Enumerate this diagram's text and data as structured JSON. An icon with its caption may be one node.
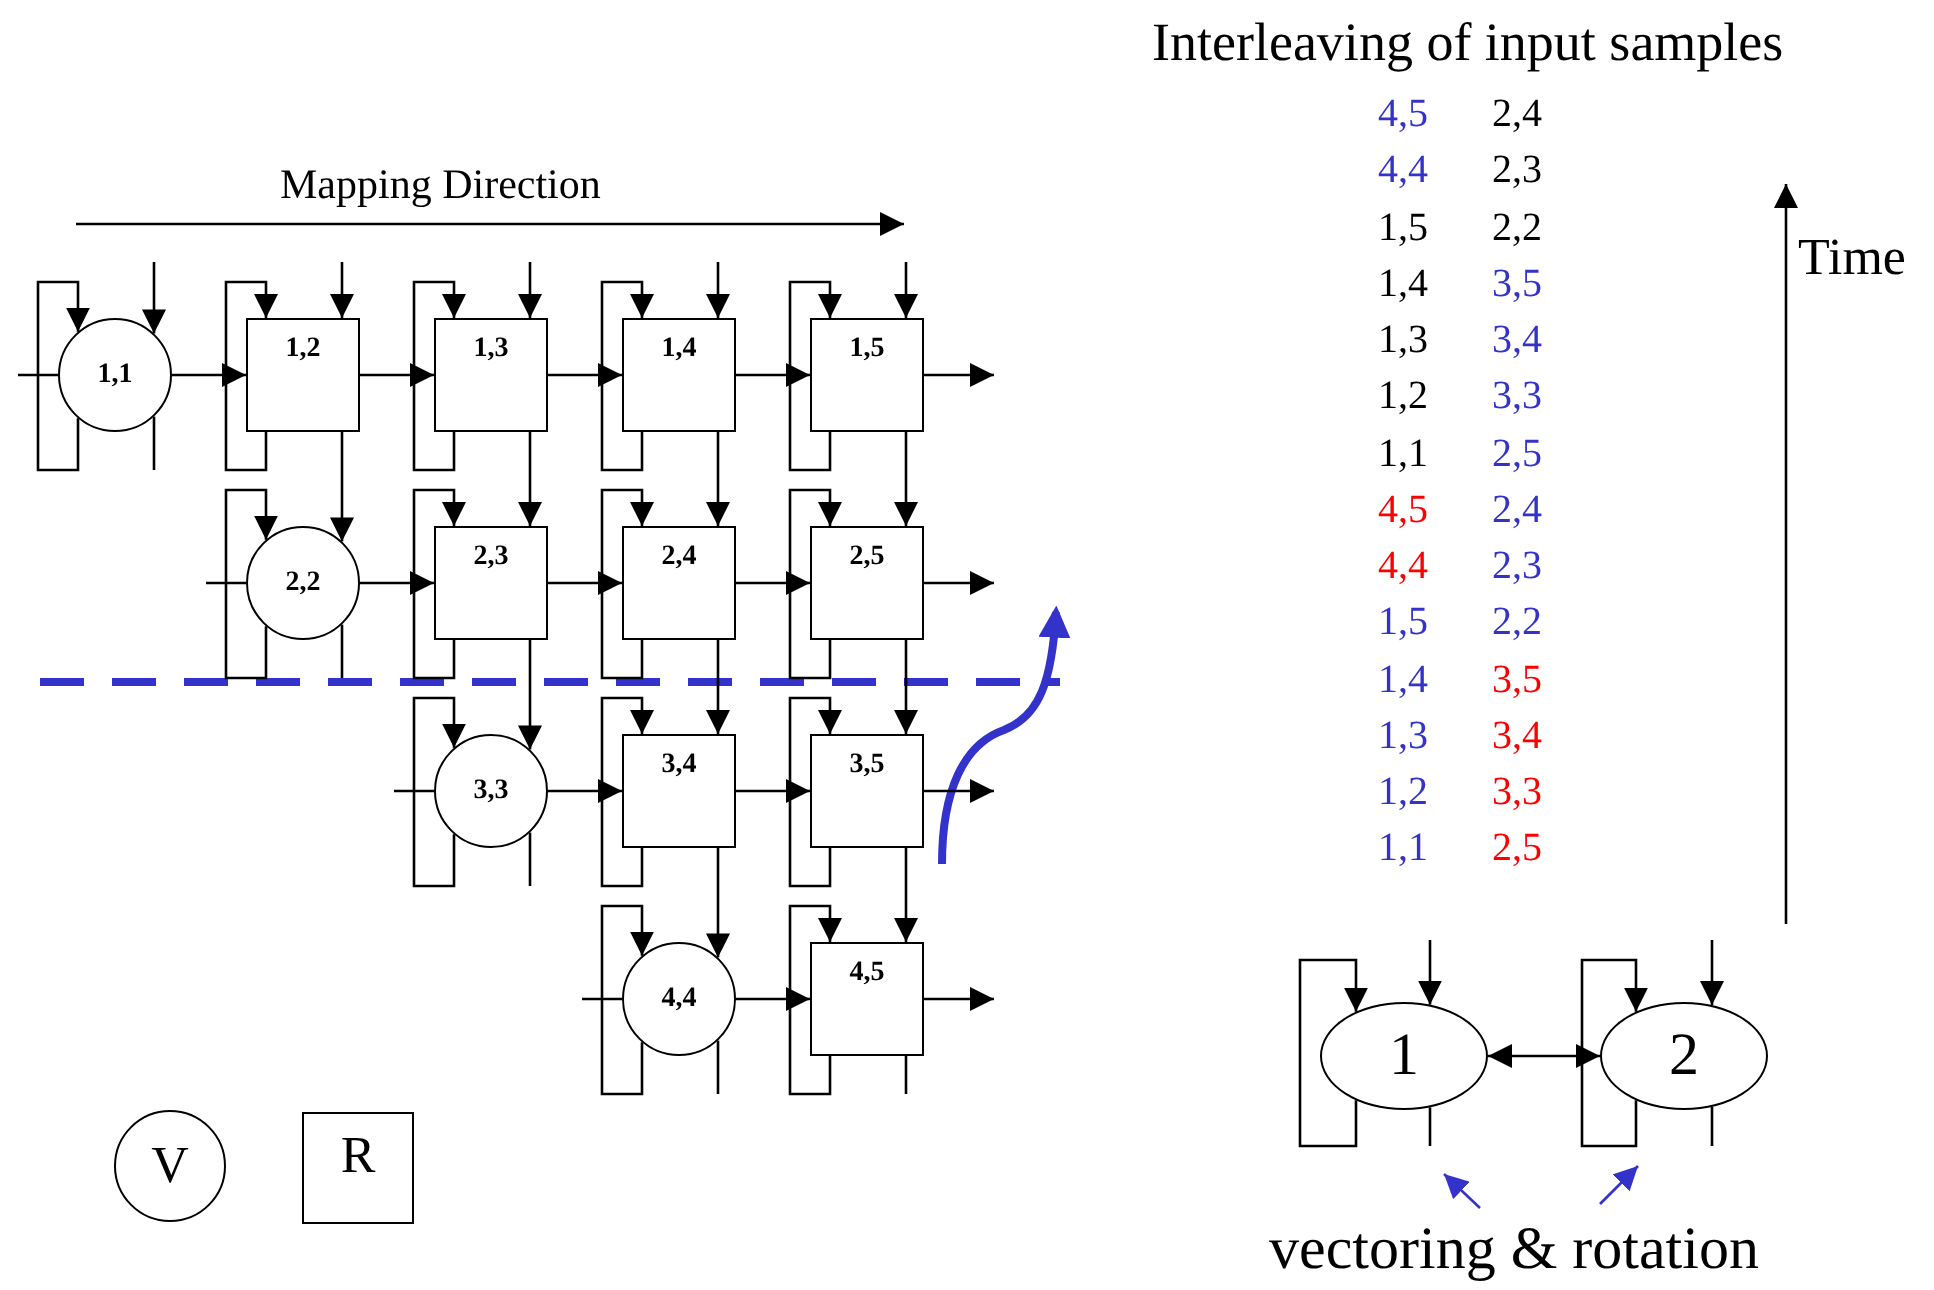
{
  "diagram": {
    "nodes": [
      {
        "text": [
          "1,1"
        ]
      },
      {
        "text": [
          "1,2"
        ]
      },
      {
        "text": [
          "1,3"
        ]
      },
      {
        "text": [
          "1,4"
        ]
      },
      {
        "text": [
          "1,5"
        ]
      },
      {
        "text": [
          "2,2"
        ]
      },
      {
        "text": [
          "2,3"
        ]
      },
      {
        "text": [
          "2,4"
        ]
      },
      {
        "text": [
          "2,5"
        ]
      },
      {
        "text": [
          "3,3"
        ]
      },
      {
        "text": [
          "3,4"
        ]
      },
      {
        "text": [
          "3,5"
        ]
      },
      {
        "text": [
          "4,4"
        ]
      },
      {
        "text": [
          "4,5"
        ]
      },
      {
        "text": [
          "V"
        ]
      },
      {
        "text": [
          "R"
        ]
      },
      {
        "text": [
          "1"
        ]
      },
      {
        "text": [
          "2"
        ]
      },
      {
        "text": [
          "vectoring & rotation"
        ]
      }
    ],
    "edges": [
      {
        "from": null,
        "to": 0,
        "arrow": "none"
      },
      {
        "from": 0,
        "to": 0,
        "arrow": "to"
      },
      {
        "from": null,
        "to": 0,
        "arrow": "to"
      },
      {
        "from": 0,
        "to": null,
        "arrow": "none"
      },
      {
        "from": 0,
        "to": 1,
        "arrow": "to"
      },
      {
        "from": 1,
        "to": 1,
        "arrow": "to"
      },
      {
        "from": null,
        "to": 1,
        "arrow": "to"
      },
      {
        "from": 1,
        "to": 2,
        "arrow": "to"
      },
      {
        "from": 1,
        "to": 5,
        "arrow": "to"
      },
      {
        "from": 2,
        "to": 2,
        "arrow": "to"
      },
      {
        "from": null,
        "to": 2,
        "arrow": "to"
      },
      {
        "from": 2,
        "to": 3,
        "arrow": "to"
      },
      {
        "from": 2,
        "to": 6,
        "arrow": "to"
      },
      {
        "from": 3,
        "to": 3,
        "arrow": "to"
      },
      {
        "from": null,
        "to": 3,
        "arrow": "to"
      },
      {
        "from": 3,
        "to": 4,
        "arrow": "to"
      },
      {
        "from": 3,
        "to": 7,
        "arrow": "to"
      },
      {
        "from": 4,
        "to": 4,
        "arrow": "to"
      },
      {
        "from": null,
        "to": 4,
        "arrow": "to"
      },
      {
        "from": 4,
        "to": null,
        "arrow": "to"
      },
      {
        "from": 4,
        "to": 8,
        "arrow": "to"
      },
      {
        "from": null,
        "to": 5,
        "arrow": "none"
      },
      {
        "from": 5,
        "to": 5,
        "arrow": "to"
      },
      {
        "from": 5,
        "to": null,
        "arrow": "none"
      },
      {
        "from": 5,
        "to": 6,
        "arrow": "to"
      },
      {
        "from": 6,
        "to": 6,
        "arrow": "to"
      },
      {
        "from": 6,
        "to": 7,
        "arrow": "to"
      },
      {
        "from": 6,
        "to": 9,
        "arrow": "to"
      },
      {
        "from": 7,
        "to": 7,
        "arrow": "to"
      },
      {
        "from": 7,
        "to": 8,
        "arrow": "to"
      },
      {
        "from": 7,
        "to": 10,
        "arrow": "to"
      },
      {
        "from": 8,
        "to": 8,
        "arrow": "to"
      },
      {
        "from": 8,
        "to": null,
        "arrow": "to"
      },
      {
        "from": 8,
        "to": 11,
        "arrow": "to"
      },
      {
        "from": null,
        "to": 9,
        "arrow": "none"
      },
      {
        "from": 9,
        "to": 9,
        "arrow": "to"
      },
      {
        "from": 9,
        "to": null,
        "arrow": "none"
      },
      {
        "from": 9,
        "to": 10,
        "arrow": "to"
      },
      {
        "from": 10,
        "to": 10,
        "arrow": "to"
      },
      {
        "from": 10,
        "to": 11,
        "arrow": "to"
      },
      {
        "from": 10,
        "to": 12,
        "arrow": "to"
      },
      {
        "from": 11,
        "to": 11,
        "arrow": "to"
      },
      {
        "from": 11,
        "to": null,
        "arrow": "to"
      },
      {
        "from": 11,
        "to": 13,
        "arrow": "to"
      },
      {
        "from": null,
        "to": 12,
        "arrow": "none"
      },
      {
        "from": 12,
        "to": 12,
        "arrow": "to"
      },
      {
        "from": 12,
        "to": null,
        "arrow": "none"
      },
      {
        "from": 12,
        "to": 13,
        "arrow": "to"
      },
      {
        "from": 13,
        "to": 13,
        "arrow": "to"
      },
      {
        "from": 13,
        "to": null,
        "arrow": "to"
      },
      {
        "from": 13,
        "to": null,
        "arrow": "none"
      },
      {
        "from": 16,
        "to": 16,
        "arrow": "to"
      },
      {
        "from": null,
        "to": 16,
        "arrow": "to"
      },
      {
        "from": 16,
        "to": null,
        "arrow": "none"
      },
      {
        "from": 16,
        "to": 17,
        "arrow": "both"
      },
      {
        "from": 17,
        "to": 17,
        "arrow": "to"
      },
      {
        "from": null,
        "to": 17,
        "arrow": "to"
      },
      {
        "from": 17,
        "to": null,
        "arrow": "none"
      },
      {
        "from": 18,
        "to": null,
        "arrow": "to",
        "color": "#3333cc"
      },
      {
        "from": 18,
        "to": null,
        "arrow": "to",
        "color": "#3333cc"
      }
    ],
    "labels": [
      "Mapping Direction",
      "Interleaving of input samples",
      "4,5",
      "2,4",
      "4,4",
      "2,3",
      "1,5",
      "2,2",
      "1,4",
      "3,5",
      "1,3",
      "3,4",
      "1,2",
      "3,3",
      "1,1",
      "2,5",
      "4,5",
      "2,4",
      "4,4",
      "2,3",
      "1,5",
      "2,2",
      "1,4",
      "3,5",
      "1,3",
      "3,4",
      "1,2",
      "3,3",
      "1,1",
      "2,5",
      "Time"
    ]
  }
}
